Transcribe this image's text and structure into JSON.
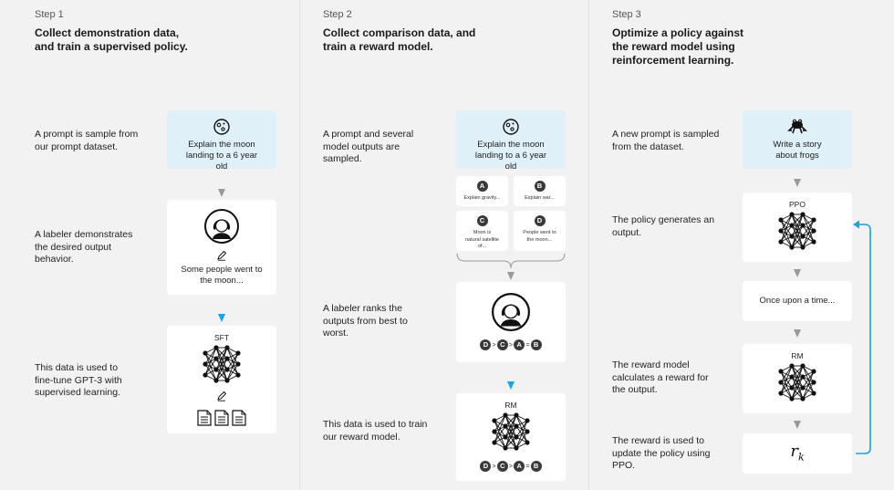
{
  "steps": [
    {
      "label": "Step 1",
      "title": "Collect demonstration data, and train a supervised policy.",
      "descriptions": [
        "A prompt is sample from our prompt dataset.",
        "A labeler demonstrates the desired output behavior.",
        "This data is used to fine-tune GPT-3 with supervised learning."
      ],
      "prompt_text": "Explain the moon landing to a 6 year old",
      "demo_text": "Some people went to the moon...",
      "model_label": "SFT"
    },
    {
      "label": "Step 2",
      "title": "Collect comparison data, and train a reward model.",
      "descriptions": [
        "A prompt and several model outputs are sampled.",
        "A labeler ranks the outputs from best to worst.",
        "This data is used to train our reward model."
      ],
      "prompt_text": "Explain the moon landing to a 6 year old",
      "outputs": [
        {
          "letter": "A",
          "text": "Explain gravity..."
        },
        {
          "letter": "B",
          "text": "Explain war..."
        },
        {
          "letter": "C",
          "text": "Moon is natural satellite of..."
        },
        {
          "letter": "D",
          "text": "People went to the moon..."
        }
      ],
      "ranking": [
        "D",
        ">",
        "C",
        ">",
        "A",
        "=",
        "B"
      ],
      "model_label": "RM"
    },
    {
      "label": "Step 3",
      "title": "Optimize a policy against the reward model using reinforcement learning.",
      "descriptions": [
        "A new prompt is sampled from the dataset.",
        "The policy generates an output.",
        "The reward model calculates a reward for the output.",
        "The reward is used to update the policy using PPO."
      ],
      "prompt_text": "Write a story about frogs",
      "policy_label": "PPO",
      "output_text": "Once upon a time...",
      "rm_label": "RM",
      "reward_symbol": "r",
      "reward_subscript": "k"
    }
  ],
  "colors": {
    "accent_blue": "#1aa3e0",
    "card_blue": "#dff0f8",
    "arrow_gray": "#999999"
  },
  "icons": [
    "moon-icon",
    "person-icon",
    "pencil-icon",
    "neural-net-icon",
    "document-icon",
    "frog-icon",
    "feedback-arrow-icon"
  ]
}
